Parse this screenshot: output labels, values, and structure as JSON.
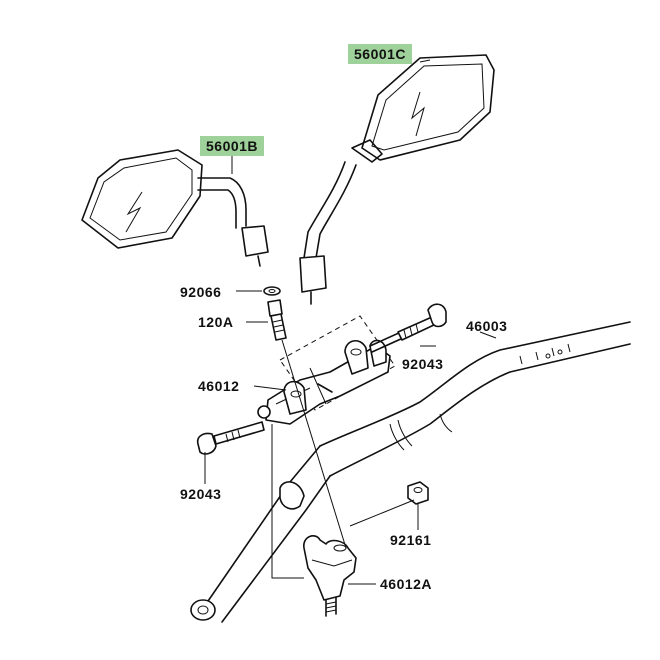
{
  "labels": {
    "mirror_right": "56001C",
    "mirror_left": "56001B",
    "washer": "92066",
    "bolt_120a": "120A",
    "clamp_upper": "46012",
    "bolt_right": "92043",
    "bolt_left": "92043",
    "handlebar": "46003",
    "nut": "92161",
    "holder_lower": "46012A"
  },
  "colors": {
    "highlight": "#9fd19a",
    "line": "#111111"
  }
}
